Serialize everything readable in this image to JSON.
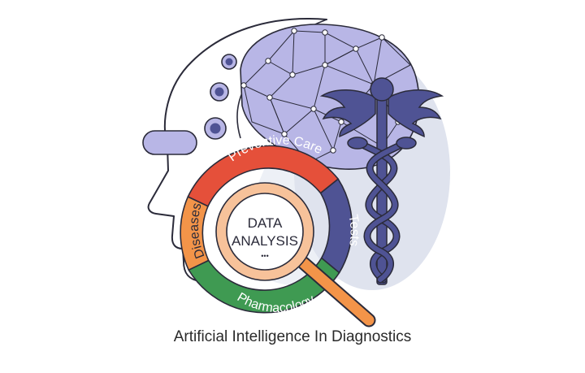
{
  "center": {
    "line1": "DATA",
    "line2": "ANALYSIS",
    "dots": "•••"
  },
  "segments": {
    "top": "Preventive Care",
    "right": "Tests",
    "bottom": "Pharmacology",
    "left": "Diseases"
  },
  "caption": "Artificial Intelligence In Diagnostics",
  "colors": {
    "lavender": "#b8b6e6",
    "backdrop": "#dfe3ee",
    "navy": "#4f5394",
    "red": "#e5503a",
    "orange": "#f39449",
    "green": "#3f9a52",
    "peach": "#f7c29a",
    "outline": "#2b2b3a"
  },
  "icons": [
    "robot-head-icon",
    "neural-network-icon",
    "caduceus-icon",
    "magnifying-glass-icon"
  ]
}
